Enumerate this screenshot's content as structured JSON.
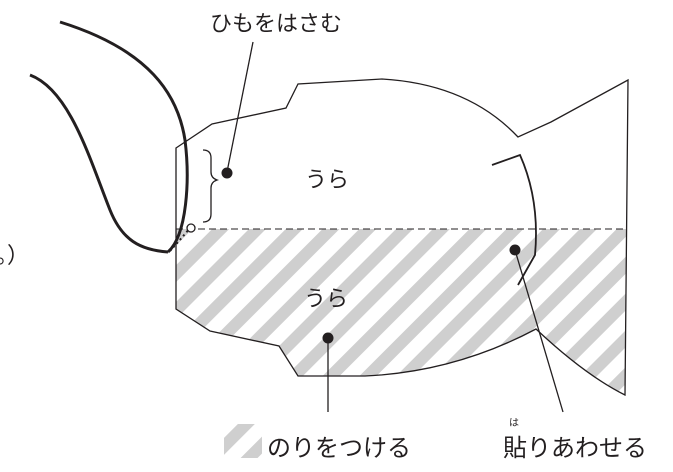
{
  "labels": {
    "hold_string": "ひもをはさむ",
    "back_upper": "うら",
    "back_lower": "うら",
    "apply_glue": "のりをつける",
    "stick_together": "貼りあわせる",
    "furigana_ha": "は",
    "edge_fragment": "。）"
  },
  "colors": {
    "ink": "#231f20",
    "hatch": "#cfcfcf",
    "background": "#ffffff"
  }
}
